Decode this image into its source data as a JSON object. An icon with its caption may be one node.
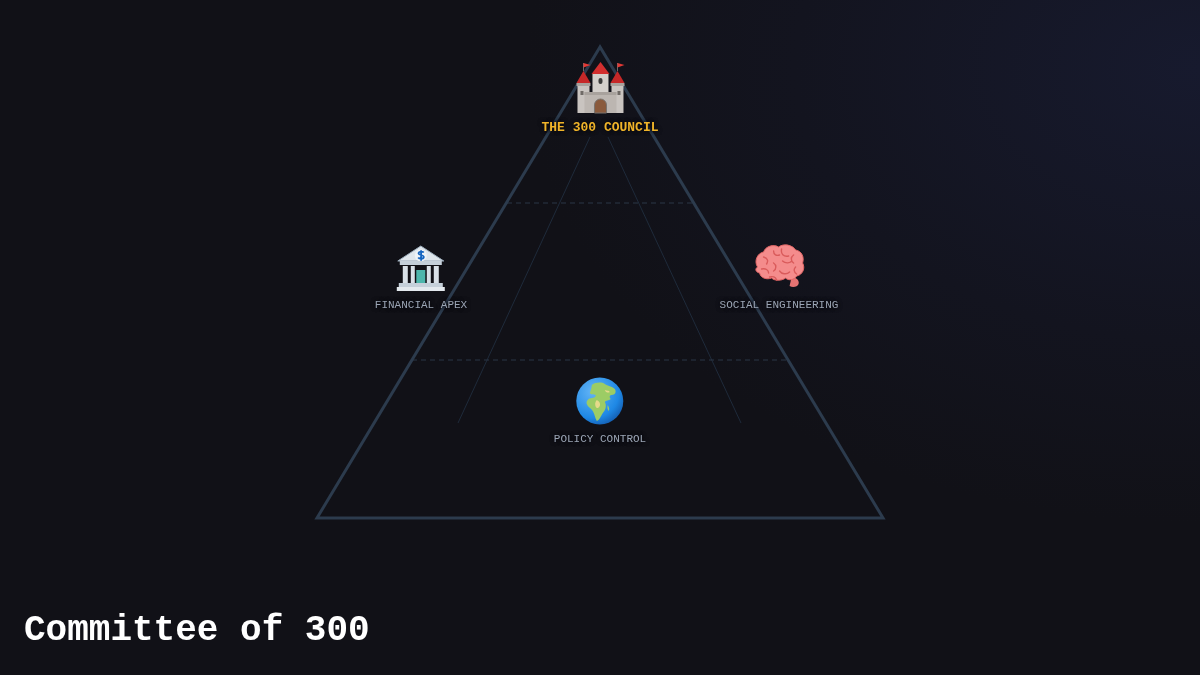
{
  "diagram": {
    "title": "Committee of 300",
    "nodes": [
      {
        "text": [
          "THE 300 COUNCIL"
        ]
      },
      {
        "text": [
          "FINANCIAL APEX"
        ]
      },
      {
        "text": [
          "SOCIAL ENGINEERING"
        ]
      },
      {
        "text": [
          "POLICY CONTROL"
        ]
      }
    ]
  }
}
